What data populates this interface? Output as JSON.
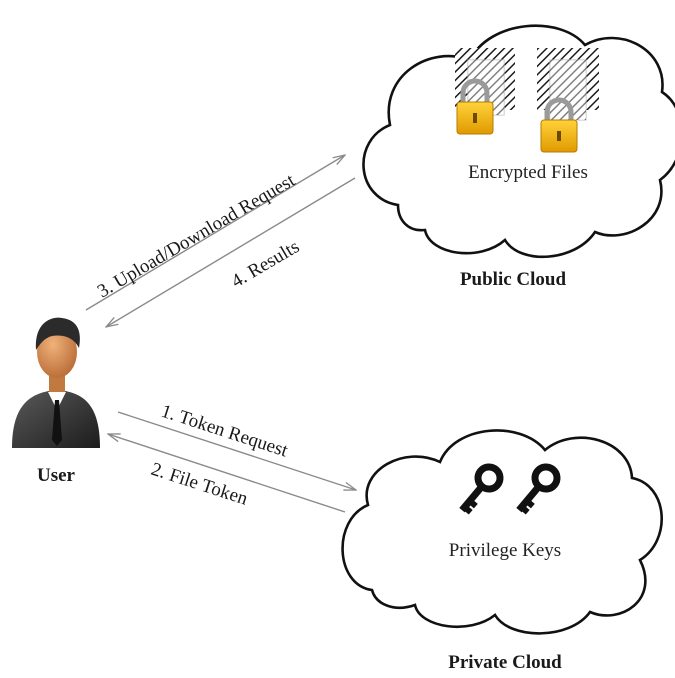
{
  "nodes": {
    "user": {
      "label": "User"
    },
    "public_cloud": {
      "label": "Public Cloud",
      "content": "Encrypted Files"
    },
    "private_cloud": {
      "label": "Private Cloud",
      "content": "Privilege Keys"
    }
  },
  "edges": {
    "token_request": "1. Token Request",
    "file_token": "2. File Token",
    "upload_download_request": "3. Upload/Download Request",
    "results": "4. Results"
  },
  "icons": {
    "user": "user-icon",
    "file": "document-icon",
    "lock": "padlock-icon",
    "key": "key-icon"
  },
  "colors": {
    "lock": "#f0b818",
    "lock_shackle": "#9a9a9a",
    "arrow": "#9a9a9a",
    "cloud_stroke": "#111111"
  }
}
